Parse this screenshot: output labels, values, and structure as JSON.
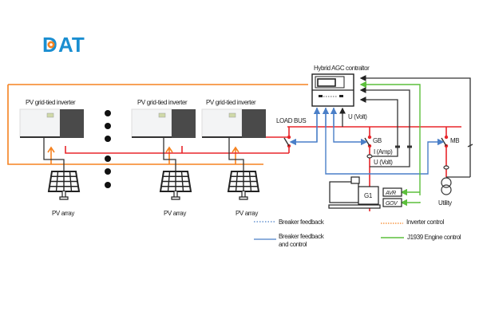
{
  "logo": {
    "text_d": "D",
    "text_at": "AT",
    "brand_color": "#1a8ed1",
    "accent_color": "#f58220"
  },
  "controller": {
    "title": "Hybrid AGC contraltor"
  },
  "inverters": [
    {
      "label": "PV grid-tied inverter"
    },
    {
      "label": "PV grid-tied inverter"
    },
    {
      "label": "PV grid-tied inverter"
    }
  ],
  "pv_arrays": [
    {
      "label": "PV array"
    },
    {
      "label": "PV array"
    },
    {
      "label": "PV array"
    }
  ],
  "bus": {
    "label": "LOAD BUS"
  },
  "measurements": {
    "u_volt_top": "U (Volt)",
    "i_amp": "I (Amp)",
    "u_volt_gen": "U (Volt)"
  },
  "breakers": {
    "gb": "GB",
    "mb": "MB"
  },
  "generator": {
    "label": "G1",
    "avr": "AVR",
    "gov": "GOV"
  },
  "utility": {
    "label": "Utility"
  },
  "legend": [
    {
      "key": "breaker-feedback",
      "label": "Breaker feedback",
      "color": "#4a7fc8",
      "style": "dotted"
    },
    {
      "key": "breaker-feedback-control",
      "label_line1": "Breaker feedback",
      "label_line2": "and control",
      "color": "#4a7fc8",
      "style": "solid"
    },
    {
      "key": "inverter-control",
      "label": "Inverter control",
      "color": "#f58220",
      "style": "dotted"
    },
    {
      "key": "j1939-engine-control",
      "label": "J1939 Engine control",
      "color": "#5cbf3c",
      "style": "solid"
    }
  ],
  "colors": {
    "power": "#e8262b",
    "control": "#f58220",
    "feedback": "#4a7fc8",
    "engine": "#5cbf3c",
    "signal": "#333333"
  }
}
